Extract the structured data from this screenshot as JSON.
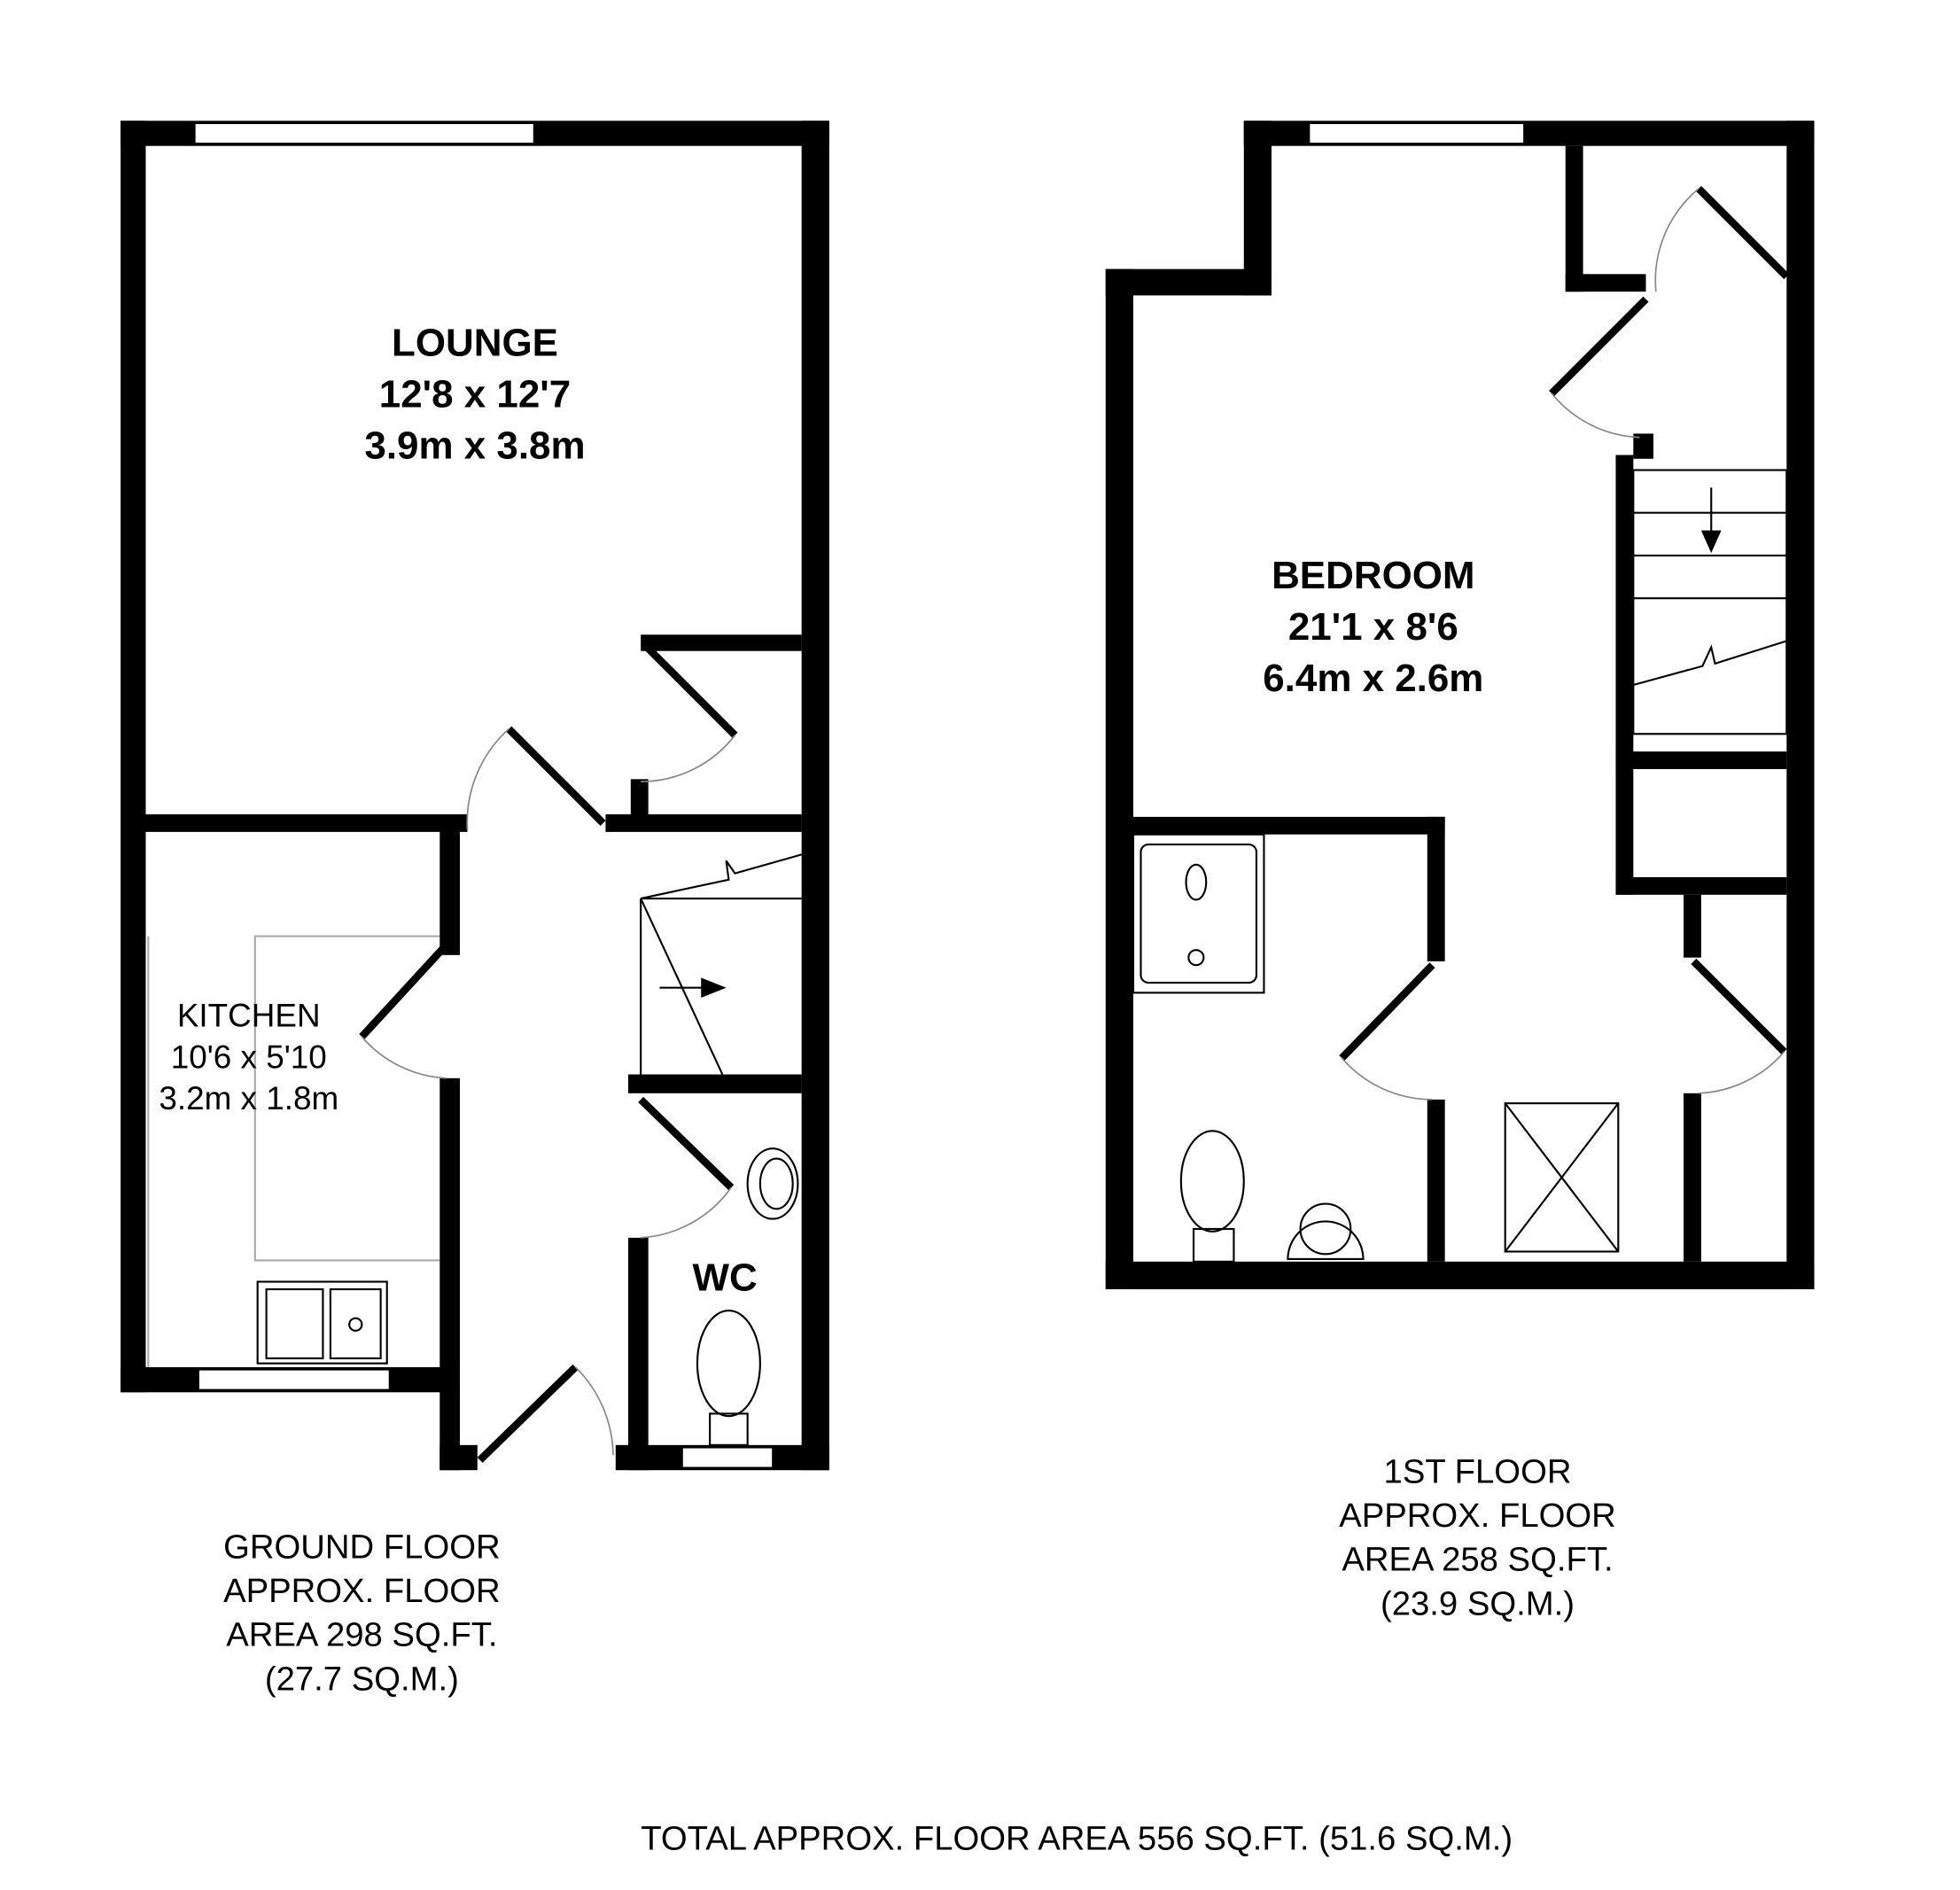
{
  "ground_floor": {
    "rooms": [
      {
        "name": "LOUNGE",
        "imperial": "12'8 x 12'7",
        "metric": "3.9m x 3.8m"
      },
      {
        "name": "KITCHEN",
        "imperial": "10'6 x 5'10",
        "metric": "3.2m x 1.8m"
      },
      {
        "name": "WC"
      }
    ],
    "area_lines": [
      "GROUND FLOOR",
      "APPROX. FLOOR",
      "AREA 298 SQ.FT.",
      "(27.7 SQ.M.)"
    ]
  },
  "first_floor": {
    "rooms": [
      {
        "name": "BEDROOM",
        "imperial": "21'1 x 8'6",
        "metric": "6.4m x 2.6m"
      }
    ],
    "area_lines": [
      "1ST FLOOR",
      "APPROX. FLOOR",
      "AREA 258 SQ.FT.",
      "(23.9 SQ.M.)"
    ]
  },
  "total_area": "TOTAL APPROX. FLOOR AREA 556 SQ.FT. (51.6 SQ.M.)"
}
